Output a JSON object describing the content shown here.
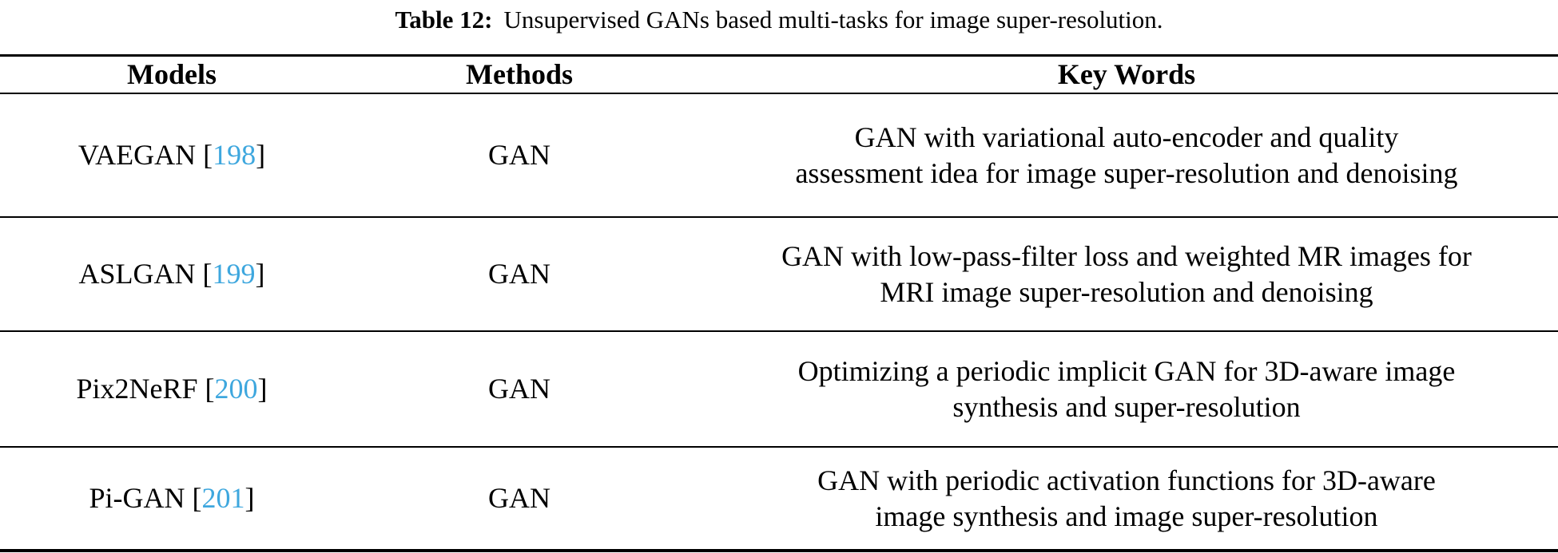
{
  "colors": {
    "citation": "#3ea7de",
    "text": "#000000",
    "rule": "#000000"
  },
  "caption": {
    "label": "Table 12:",
    "text": "Unsupervised GANs based multi-tasks for image super-resolution."
  },
  "punctuation": {
    "bracket_open": "[",
    "bracket_close": "]"
  },
  "table": {
    "columns": [
      "Models",
      "Methods",
      "Key Words"
    ],
    "rows": [
      {
        "model": "VAEGAN",
        "citation": "198",
        "method": "GAN",
        "keywords": [
          "GAN with variational auto-encoder and quality",
          "assessment idea for image super-resolution and denoising"
        ]
      },
      {
        "model": "ASLGAN",
        "citation": "199",
        "method": "GAN",
        "keywords": [
          "GAN with low-pass-filter loss and weighted MR images for",
          "MRI image super-resolution and denoising"
        ]
      },
      {
        "model": "Pix2NeRF",
        "citation": "200",
        "method": "GAN",
        "keywords": [
          "Optimizing a periodic implicit GAN for 3D-aware image",
          "synthesis and super-resolution"
        ]
      },
      {
        "model": "Pi-GAN",
        "citation": "201",
        "method": "GAN",
        "keywords": [
          "GAN with periodic activation functions for 3D-aware",
          "image synthesis and image super-resolution"
        ]
      }
    ]
  }
}
